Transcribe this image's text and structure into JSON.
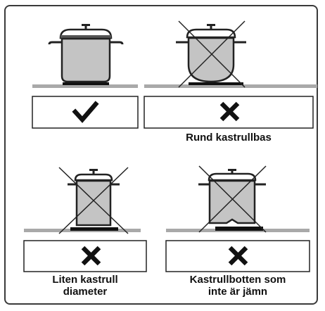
{
  "colors": {
    "pot_fill": "#c4c4c4",
    "line": "#222222",
    "hob": "#a9a9a9",
    "mark": "#111111"
  },
  "icons": {
    "ok": "check-mark-icon",
    "bad": "cross-mark-icon"
  },
  "panels": [
    {
      "id": "correct",
      "caption": "",
      "valid": true
    },
    {
      "id": "round-base",
      "caption": "Rund kastrullbas",
      "valid": false
    },
    {
      "id": "small-diameter",
      "caption": "Liten kastrull\ndiameter",
      "valid": false
    },
    {
      "id": "uneven-base",
      "caption": "Kastrullbotten som\ninte är jämn",
      "valid": false
    }
  ]
}
